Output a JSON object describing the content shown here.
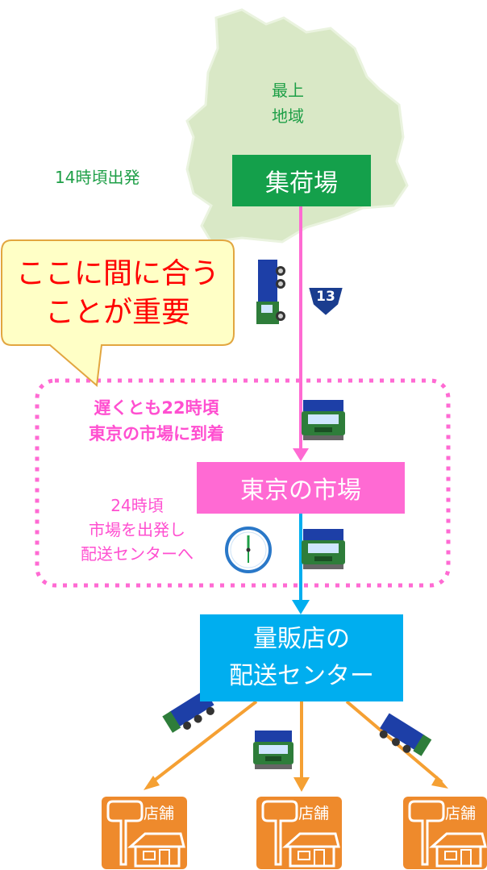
{
  "region": {
    "line1": "最上",
    "line2": "地域"
  },
  "departure_note": "14時頃出発",
  "collection_box": "集荷場",
  "route_badge": "13",
  "callout": {
    "line1": "ここに間に合う",
    "line2": "ことが重要"
  },
  "arrival_note": {
    "line1": "遅くとも22時頃",
    "line2": "東京の市場に到着"
  },
  "market_box": "東京の市場",
  "departure_market_note": {
    "line1": "24時頃",
    "line2": "市場を出発し",
    "line3": "配送センターへ"
  },
  "center_box": {
    "line1": "量販店の",
    "line2": "配送センター"
  },
  "stores": [
    {
      "label": "店舗"
    },
    {
      "label": "店舗"
    },
    {
      "label": "店舗"
    }
  ],
  "colors": {
    "green": "#14a04b",
    "pink": "#ff6ad3",
    "blue": "#00aeef",
    "orange": "#f5a033",
    "store": "#ee8a2c",
    "region": "#d9e8c6"
  }
}
